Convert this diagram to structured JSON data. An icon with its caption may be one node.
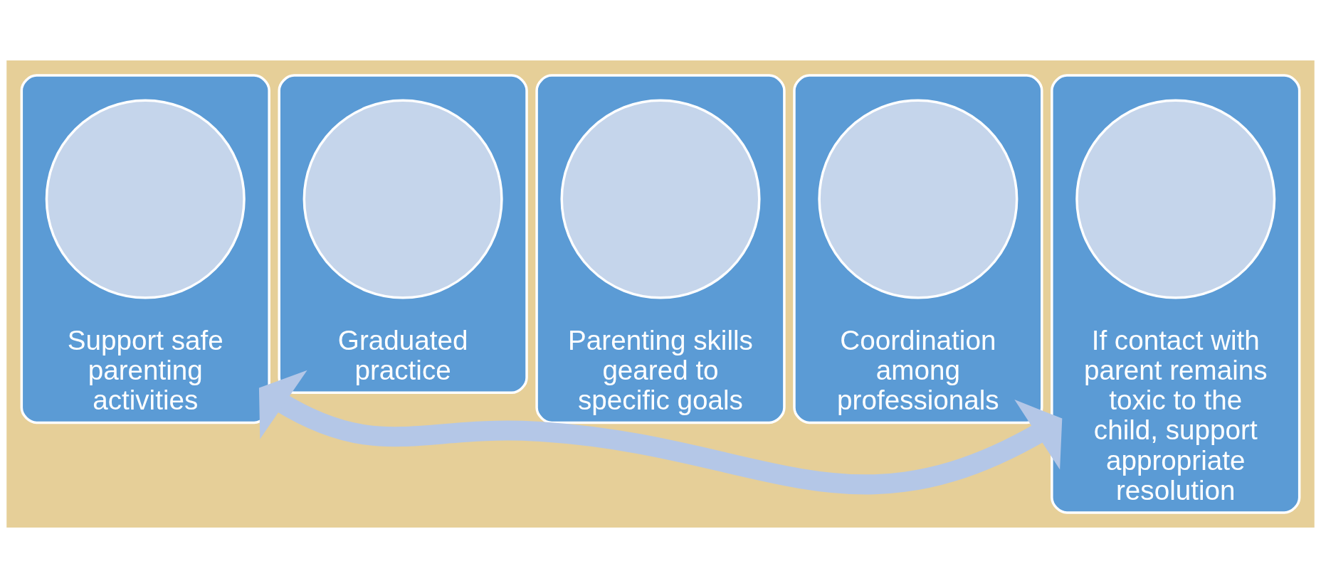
{
  "diagram": {
    "nodes": [
      {
        "text": [
          "Support safe parenting activities"
        ]
      },
      {
        "text": [],
        "shape": "circle",
        "in": 0
      },
      {
        "text": [
          "Graduated practice"
        ]
      },
      {
        "text": [],
        "shape": "circle",
        "in": 2
      },
      {
        "text": [
          "Parenting skills geared to specific goals"
        ]
      },
      {
        "text": [],
        "shape": "circle",
        "in": 4
      },
      {
        "text": [
          "Coordination among professionals"
        ]
      },
      {
        "text": [],
        "shape": "circle",
        "in": 6
      },
      {
        "text": [
          "If contact with parent remains toxic to the child, support appropriate resolution"
        ]
      },
      {
        "text": [],
        "shape": "circle",
        "in": 8
      }
    ],
    "edges": [
      {
        "from": 0,
        "to": 8,
        "arrow": "both"
      }
    ]
  }
}
